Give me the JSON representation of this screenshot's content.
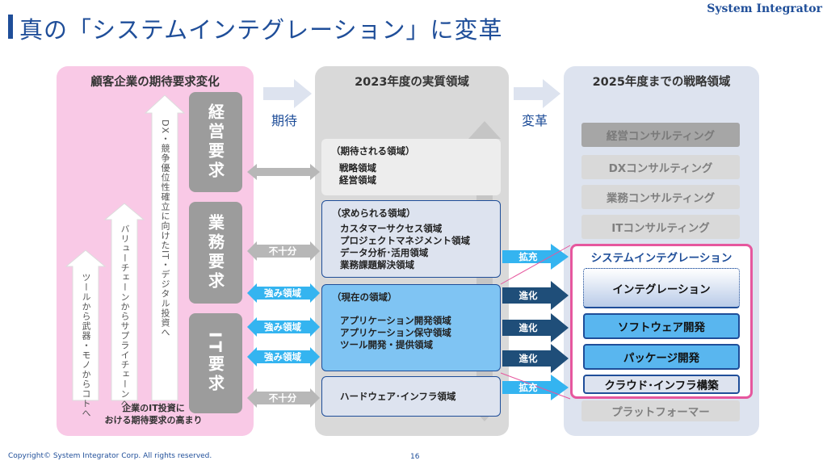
{
  "header": {
    "title": "真の「システムインテグレーション」に変革",
    "brand": "System Integrator"
  },
  "left_panel": {
    "title": "顧客企業の期待要求変化",
    "arrow_labels": [
      "ツールから武器・モノからコトへ",
      "バリューチェーンからサプライチェーンへ",
      "DX・競争優位性確立に向けたIT・デジタル投資へ"
    ],
    "requirements": [
      "経営要求",
      "業務要求",
      "IT要求"
    ],
    "footnote_line1": "企業のIT投資に",
    "footnote_line2": "おける期待要求の高まり"
  },
  "transitions": {
    "expect": "期待",
    "transform": "変革"
  },
  "mid_panel": {
    "title": "2023年度の実質領域",
    "expected": {
      "heading": "（期待される領域）",
      "items": [
        "戦略領域",
        "経営領域"
      ]
    },
    "required": {
      "heading": "（求められる領域）",
      "items": [
        "カスタマーサクセス領域",
        "プロジェクトマネジメント領域",
        "データ分析･活用領域",
        "業務課題解決領域"
      ]
    },
    "current": {
      "heading": "（現在の領域）",
      "items": [
        "アプリケーション開発領域",
        "アプリケーション保守領域",
        "ツール開発・提供領域"
      ]
    },
    "hardware": "ハードウェア･インフラ領域"
  },
  "connectors": {
    "insufficient": "不十分",
    "strength": "強み領域",
    "expand": "拡充",
    "evolve": "進化"
  },
  "right_panel": {
    "title": "2025年度までの戦略領域",
    "consulting": [
      "経営コンサルティング",
      "DXコンサルティング",
      "業務コンサルティング",
      "ITコンサルティング"
    ],
    "si_title": "システムインテグレーション",
    "si_items": [
      "インテグレーション",
      "ソフトウェア開発",
      "パッケージ開発",
      "クラウド･インフラ構築"
    ],
    "platformer": "プラットフォーマー"
  },
  "footer": {
    "copyright": "Copyright© System Integrator Corp. All rights reserved.",
    "page": "16"
  }
}
